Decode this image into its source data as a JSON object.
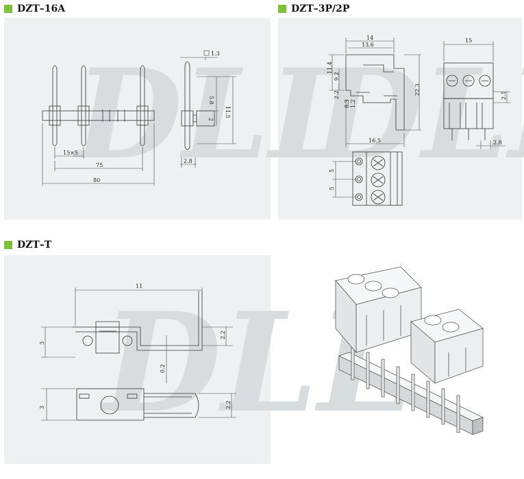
{
  "sections": {
    "dzt16a": {
      "title": "DZT–16A"
    },
    "dzt3p2p": {
      "title": "DZT–3P/2P"
    },
    "dztt": {
      "title": "DZT–T"
    }
  },
  "watermark": "DLL",
  "colors": {
    "accent": "#7cc23a",
    "panel": "#eef0f1",
    "line": "#333333"
  },
  "dims_16a": {
    "a": "15×5",
    "b": "75",
    "c": "80",
    "d": "1.3",
    "e": "5.8",
    "f": "11.5",
    "g": "2",
    "h": "2.8"
  },
  "dims_3p": {
    "a": "14",
    "b": "13.6",
    "c": "15",
    "d": "11.4",
    "e": "9.2",
    "f": "2.2",
    "g": "6.3",
    "h": "1.2",
    "i": "22.3",
    "j": "16.5",
    "k": "2.1",
    "l": "2.8",
    "m": "5",
    "n": "5"
  },
  "dims_t": {
    "a": "11",
    "b": "3",
    "c": "2.2",
    "d": "0.2",
    "e": "3",
    "f": "2.2"
  }
}
